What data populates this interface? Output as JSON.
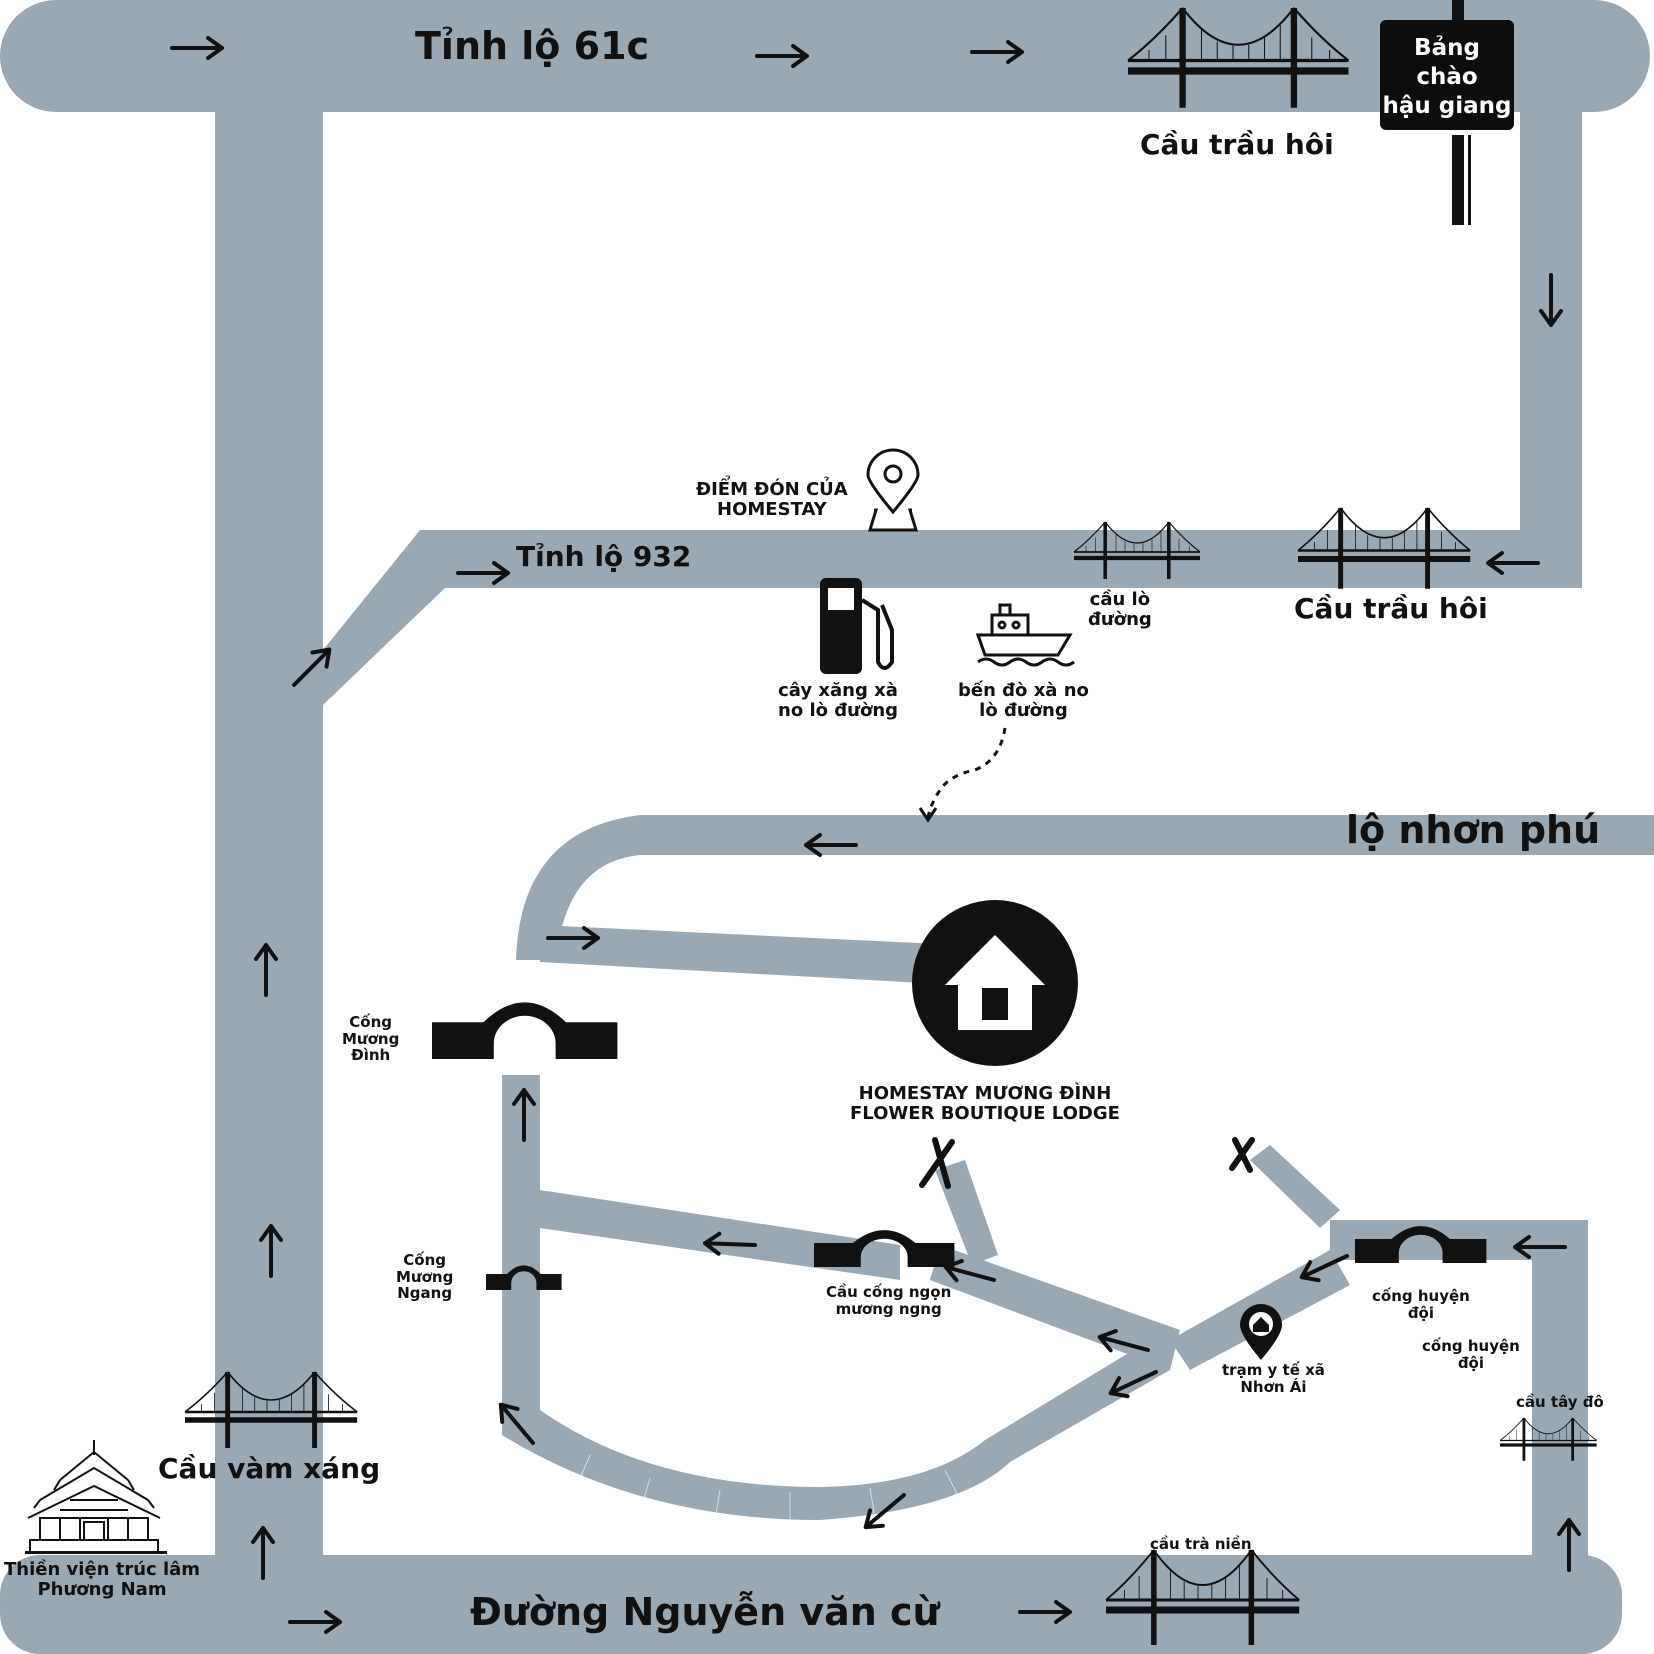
{
  "roads": {
    "tinh_lo_61c": "Tỉnh lộ 61c",
    "tinh_lo_932": "Tỉnh lộ 932",
    "lo_nhon_phu": "lộ nhơn phú",
    "nguyen_van_cu": "Đường Nguyễn văn cừ"
  },
  "sign": {
    "text": "Bảng chào\nhậu giang"
  },
  "bridges": {
    "cau_trau_hoi_top": "Cầu trầu hôi",
    "cau_trau_hoi_mid": "Cầu trầu hôi",
    "cau_lo_duong": "cầu lò\nđường",
    "cau_vam_xang": "Cầu vàm xáng",
    "cau_tra_nien": "cầu trà niền",
    "cau_tay_do": "cầu tây đô"
  },
  "culverts": {
    "cong_muong_dinh": "Cống\nMương\nĐình",
    "cong_muong_ngang": "Cống\nMương\nNgang",
    "cau_cong_ngon": "Cầu cống ngọn\nmương ngng",
    "cong_huyen_doi_1": "cống huyện\nđội",
    "cong_huyen_doi_2": "cống huyện\nđội"
  },
  "pois": {
    "pickup": "ĐIỂM ĐÓN CỦA\nHOMESTAY",
    "gas_station": "cây xăng xà\nno lò đường",
    "ferry": "bến đò xà no\nlò đường",
    "homestay": "HOMESTAY MƯƠNG ĐÌNH\nFLOWER BOUTIQUE LODGE",
    "health_station": "trạm y tế xã\nNhơn Ái",
    "temple": "Thiền viện trúc lâm\nPhương Nam"
  },
  "icons": [
    "arrow-icon",
    "bridge-icon",
    "culvert-icon",
    "location-pin-icon",
    "gas-pump-icon",
    "ferry-boat-icon",
    "house-icon",
    "closed-x-icon",
    "temple-icon",
    "health-pin-icon"
  ],
  "colors": {
    "road": "#9AA8B4",
    "ink": "#111111",
    "sign_bg": "#0d0d0d",
    "background": "#ffffff"
  }
}
